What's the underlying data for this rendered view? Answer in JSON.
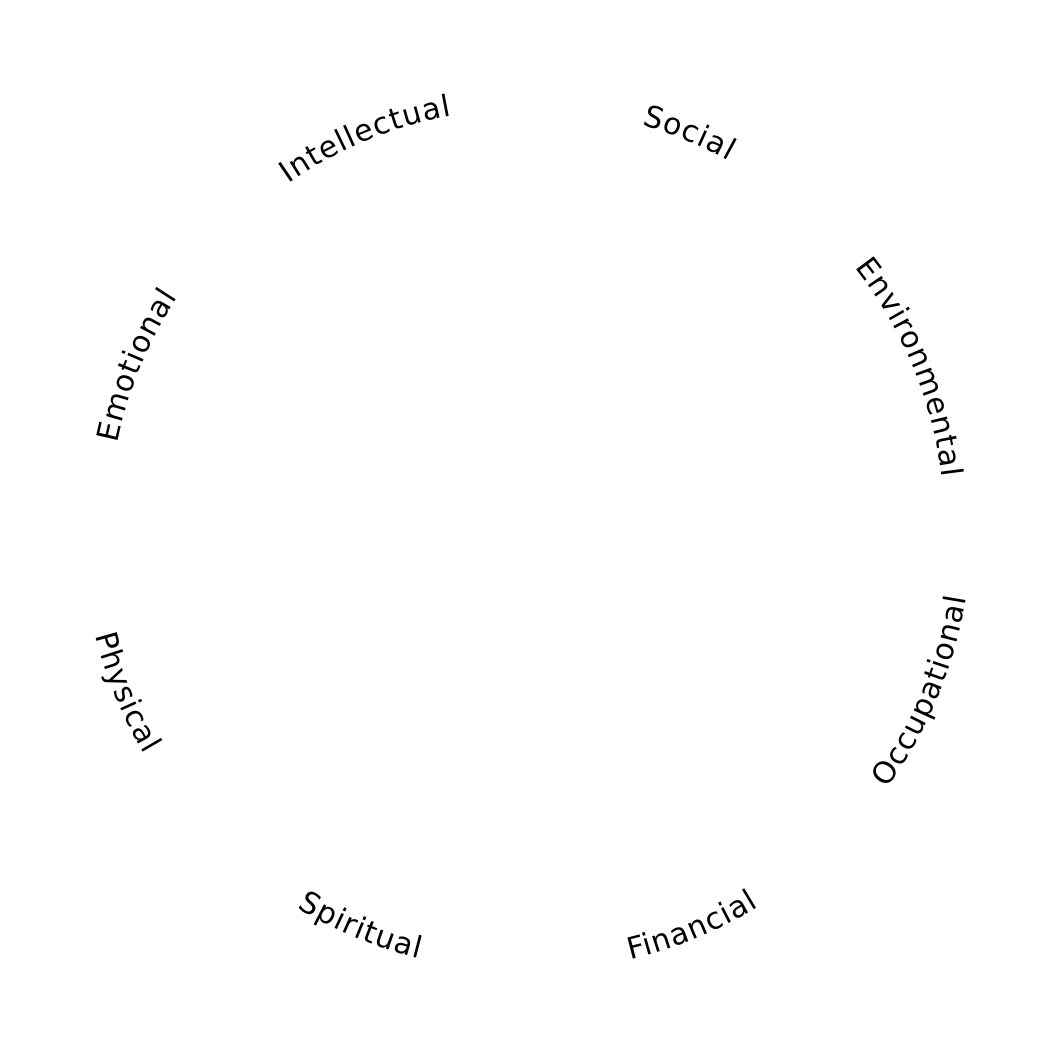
{
  "diagram": {
    "text_color": "#000000",
    "background_color": "#ffffff",
    "segments": [
      {
        "label": "Intellectual"
      },
      {
        "label": "Social"
      },
      {
        "label": "Environmental"
      },
      {
        "label": "Occupational"
      },
      {
        "label": "Financial"
      },
      {
        "label": "Spiritual"
      },
      {
        "label": "Physical"
      },
      {
        "label": "Emotional"
      }
    ]
  }
}
